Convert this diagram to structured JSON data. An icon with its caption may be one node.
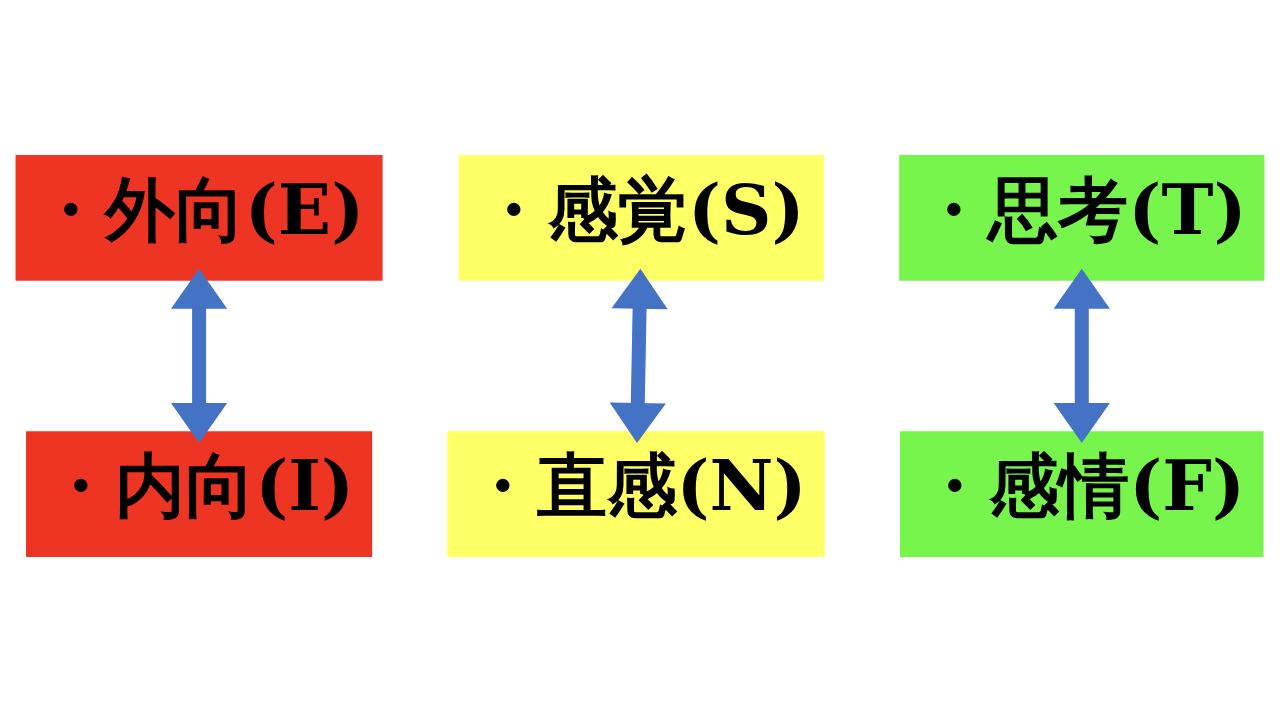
{
  "diagram": {
    "nodes": [
      {
        "text": [
          "・外向(E)"
        ]
      },
      {
        "text": [
          "・感覚(S)"
        ]
      },
      {
        "text": [
          "・思考(T)"
        ]
      },
      {
        "text": [
          "・内向(I)"
        ]
      },
      {
        "text": [
          "・直感(N)"
        ]
      },
      {
        "text": [
          "・感情(F)"
        ]
      }
    ],
    "edges": [
      {
        "from": 0,
        "to": 3,
        "arrow": "both"
      },
      {
        "from": 1,
        "to": 4,
        "arrow": "both"
      },
      {
        "from": 2,
        "to": 5,
        "arrow": "both"
      }
    ]
  }
}
